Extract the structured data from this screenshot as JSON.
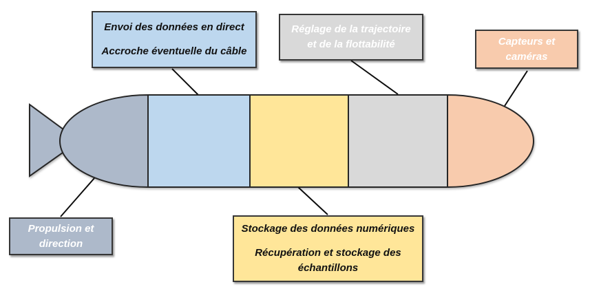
{
  "diagram_type": "auv-submarine-section-diagram",
  "colors": {
    "blue_gray": "#ADB9CA",
    "light_blue": "#BDD7EE",
    "yellow": "#FFE699",
    "gray": "#D9D9D9",
    "orange": "#F8CBAD",
    "hull_outline": "#262626",
    "connector": "#0d0d0d",
    "box_border": "#363636",
    "background": "#FFFFFF"
  },
  "labels": {
    "communication": {
      "fill": "#BDD7EE",
      "text_color": "#111111",
      "lines": [
        "Envoi des données en direct",
        "Accroche éventuelle du câble"
      ]
    },
    "trim": {
      "fill": "#D9D9D9",
      "text_color": "#FFFFFF",
      "lines": [
        "Réglage de la trajectoire",
        "et de la flottabilité"
      ]
    },
    "sensors": {
      "fill": "#F8CBAD",
      "text_color": "#FFFFFF",
      "lines": [
        "Capteurs et",
        "caméras"
      ]
    },
    "propulsion": {
      "fill": "#ADB9CA",
      "text_color": "#FFFFFF",
      "lines": [
        "Propulsion et",
        "direction"
      ]
    },
    "storage": {
      "fill": "#FFE699",
      "text_color": "#111111",
      "lines": [
        "Stockage des données numériques",
        "Récupération et stockage des",
        "échantillons"
      ]
    }
  }
}
